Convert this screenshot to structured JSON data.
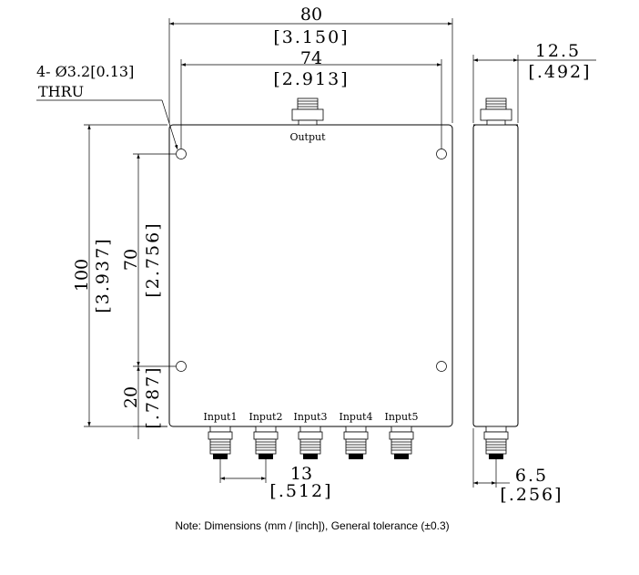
{
  "dimensions": {
    "width_overall": {
      "mm": "80",
      "inch": "[3.150]"
    },
    "width_holes": {
      "mm": "74",
      "inch": "[2.913]"
    },
    "height_overall": {
      "mm": "100",
      "inch": "[3.937]"
    },
    "height_holes": {
      "mm": "70",
      "inch": "[2.756]"
    },
    "bottom_offset": {
      "mm": "20",
      "inch": "[.787]"
    },
    "input_pitch": {
      "mm": "13",
      "inch": "[.512]"
    },
    "depth": {
      "mm": "12.5",
      "inch": "[.492]"
    },
    "connector_offset": {
      "mm": "6.5",
      "inch": "[.256]"
    }
  },
  "hole_callout": {
    "line1": "4- Ø3.2[0.13]",
    "line2": "THRU"
  },
  "ports": {
    "output": "Output",
    "inputs": [
      "Input1",
      "Input2",
      "Input3",
      "Input4",
      "Input5"
    ]
  },
  "note": "Note: Dimensions (mm / [inch]), General tolerance (±0.3)"
}
